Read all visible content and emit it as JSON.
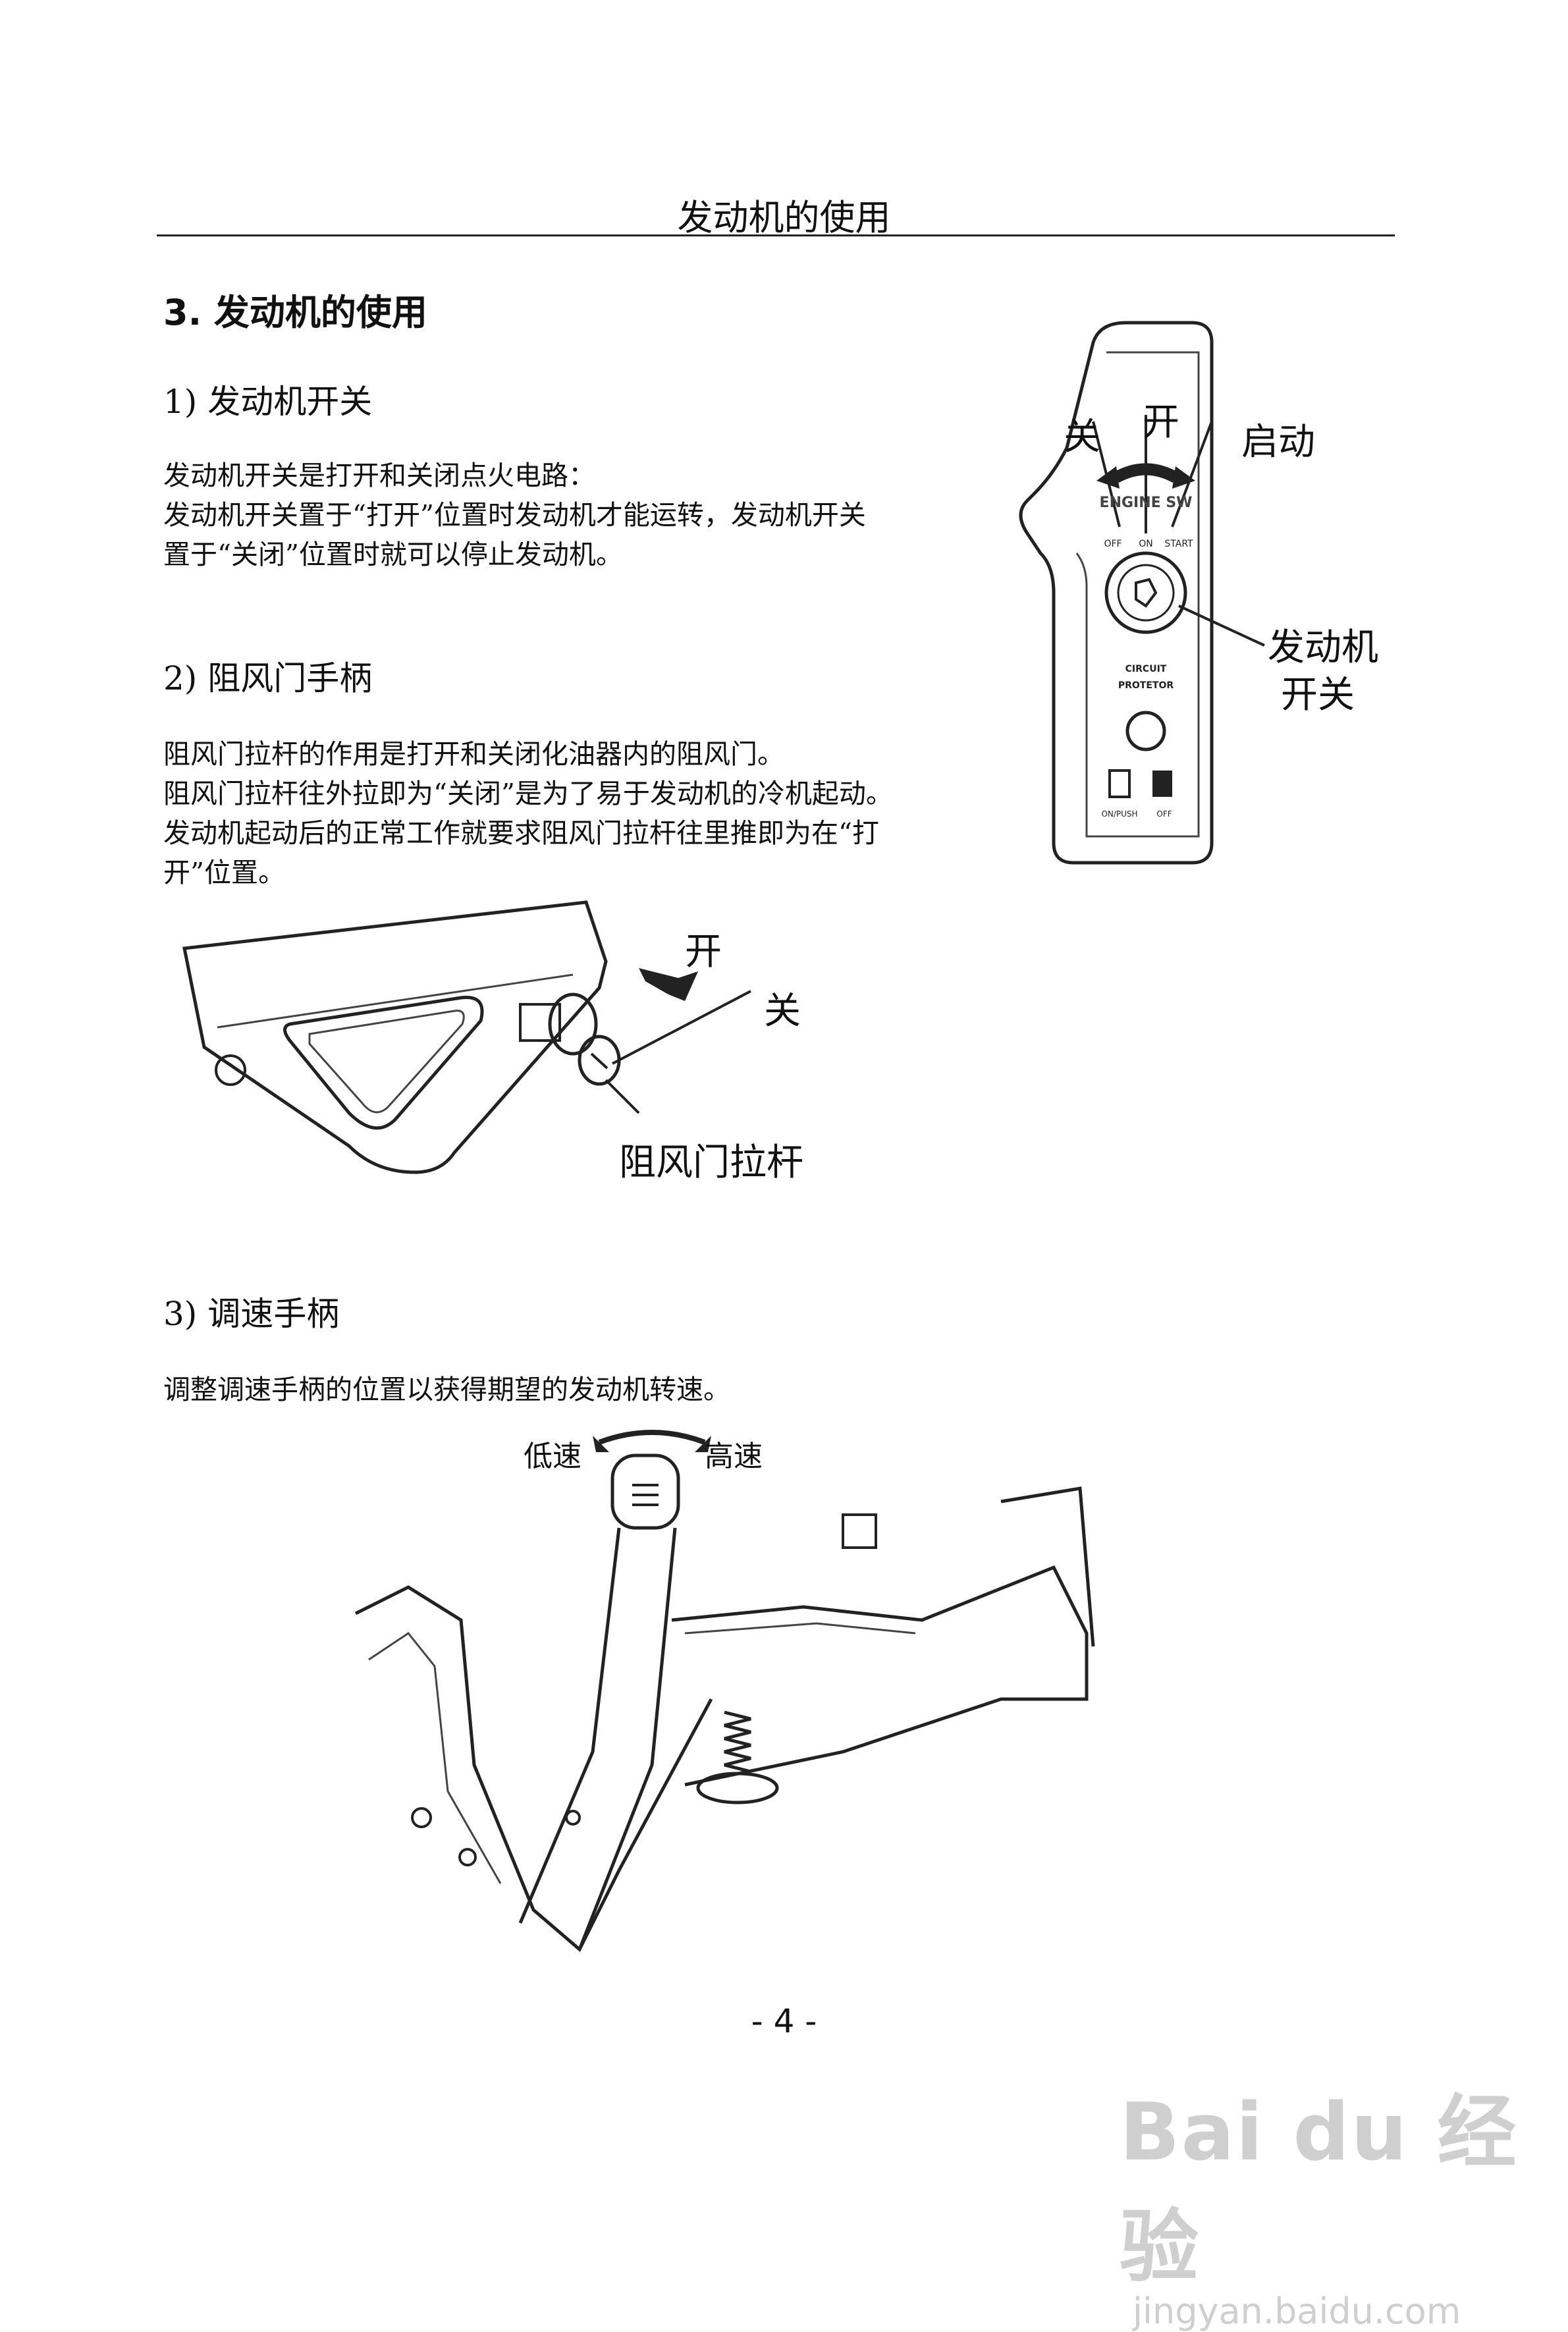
{
  "header": {
    "title": "发动机的使用"
  },
  "section": {
    "title": "3. 发动机的使用"
  },
  "engine_switch": {
    "heading": "1) 发动机开关",
    "paragraph": [
      "发动机开关是打开和关闭点火电路：",
      "发动机开关置于“打开”位置时发动机才能运转，发动机开关",
      "置于“关闭”位置时就可以停止发动机。"
    ],
    "figure": {
      "label_off": "关",
      "label_on": "开",
      "label_start": "启动",
      "label_switch_1": "发动机",
      "label_switch_2": "开关",
      "panel_text_engine": "ENGINE SW",
      "panel_text_off": "OFF",
      "panel_text_on": "ON",
      "panel_text_start": "START",
      "panel_text_circuit": "CIRCUIT",
      "panel_text_protector": "PROTETOR",
      "panel_text_onpush": "ON/PUSH",
      "panel_text_off2": "OFF"
    }
  },
  "choke": {
    "heading": "2) 阻风门手柄",
    "paragraph": [
      "阻风门拉杆的作用是打开和关闭化油器内的阻风门。",
      "阻风门拉杆往外拉即为“关闭”是为了易于发动机的冷机起动。",
      "发动机起动后的正常工作就要求阻风门拉杆往里推即为在“打",
      "开”位置。"
    ],
    "figure": {
      "label_open": "开",
      "label_close": "关",
      "label_lever": "阻风门拉杆"
    }
  },
  "throttle": {
    "heading": "3) 调速手柄",
    "paragraph": "调整调速手柄的位置以获得期望的发动机转速。",
    "figure": {
      "label_low": "低速",
      "label_high": "高速"
    }
  },
  "page_number": "- 4 -",
  "watermark": {
    "logo": "Bai du 经验",
    "url": "jingyan.baidu.com"
  }
}
